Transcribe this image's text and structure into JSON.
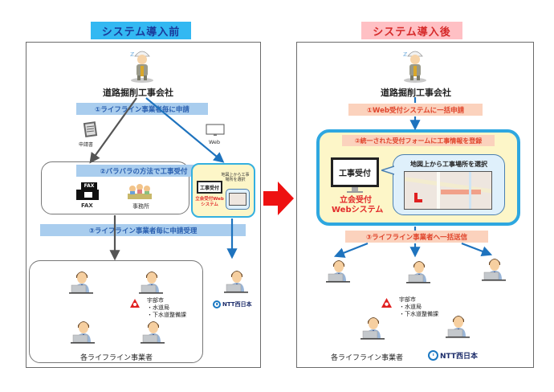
{
  "before": {
    "title": "システム導入前",
    "company": "道路掘削工事会社",
    "step1": "①ライフライン事業者毎に申請",
    "application_form_label": "申請書",
    "web_label": "Web",
    "step2": "②バラバラの方法で工事受付",
    "fax_label": "FAX",
    "fax_icon_text": "FAX",
    "office_label": "事務所",
    "web_box": {
      "map_select_text": "地図上から工事場所を選択",
      "monitor_text": "工事受付",
      "system_name": "立会受付Webシステム"
    },
    "step3": "③ライフライン事業者毎に申請受理",
    "municipality": {
      "name": "宇部市",
      "dept1": "・水道局",
      "dept2": "・下水道整備課"
    },
    "operators_label": "各ライフライン事業者",
    "ntt_label": "NTT西日本"
  },
  "after": {
    "title": "システム導入後",
    "company": "道路掘削工事会社",
    "step1": "①Web受付システムに一括申請",
    "step2": "②統一された受付フォームに工事情報を登録",
    "monitor_text": "工事受付",
    "system_name_line1": "立会受付",
    "system_name_line2": "Webシステム",
    "map_select_text": "地図上から工事場所を選択",
    "step3": "③ライフライン事業者へ一括送信",
    "municipality": {
      "name": "宇部市",
      "dept1": "・水道局",
      "dept2": "・下水道整備課"
    },
    "operators_label": "各ライフライン事業者",
    "ntt_label": "NTT西日本"
  },
  "colors": {
    "before_title_bg": "#33b8f2",
    "after_title_bg": "#ffc0c4",
    "arrow_red": "#ee1111",
    "web_blue": "#2ea7e0",
    "step_blue": "#a9cdee",
    "step_orange": "#fbd2bd"
  }
}
